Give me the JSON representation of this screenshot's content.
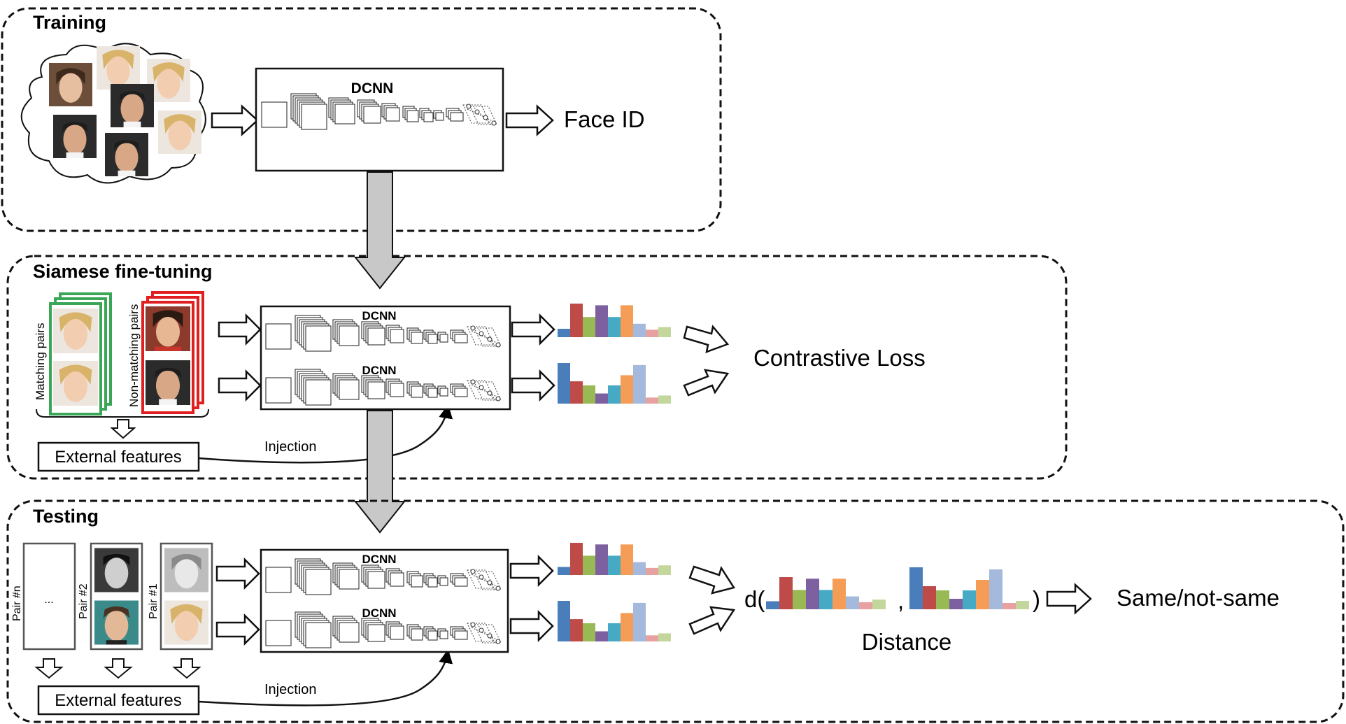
{
  "sections": {
    "training": {
      "title": "Training"
    },
    "siamese": {
      "title": "Siamese fine-tuning"
    },
    "testing": {
      "title": "Testing"
    }
  },
  "dcnn_label": "DCNN",
  "training": {
    "output_label": "Face ID"
  },
  "siamese": {
    "matching_label": "Matching pairs",
    "nonmatching_label": "Non-matching pairs",
    "external_features": "External features",
    "injection": "Injection",
    "loss_label": "Contrastive Loss"
  },
  "testing": {
    "pair_labels": [
      "Pair #n",
      "Pair #2",
      "Pair #1"
    ],
    "ellipsis": "...",
    "external_features": "External features",
    "injection": "Injection",
    "distance_prefix": "d(",
    "distance_comma": ",",
    "distance_suffix": ")",
    "distance_label": "Distance",
    "output_label": "Same/not-same"
  },
  "colors": {
    "bar_palette": [
      "#4a7ebb",
      "#be4b48",
      "#98b954",
      "#7d60a0",
      "#46aac5",
      "#f59d56",
      "#a5b9dc",
      "#e6a1a0",
      "#c3d69b"
    ],
    "matching_frame": "#3aa757",
    "nonmatching_frame": "#e02020",
    "connector_fill": "#c8c8c8"
  },
  "feature_vectors": {
    "a": [
      0.25,
      1.0,
      0.6,
      0.95,
      0.6,
      0.95,
      0.4,
      0.22,
      0.3
    ],
    "b": [
      1.0,
      0.55,
      0.45,
      0.25,
      0.45,
      0.7,
      0.95,
      0.15,
      0.2
    ]
  }
}
